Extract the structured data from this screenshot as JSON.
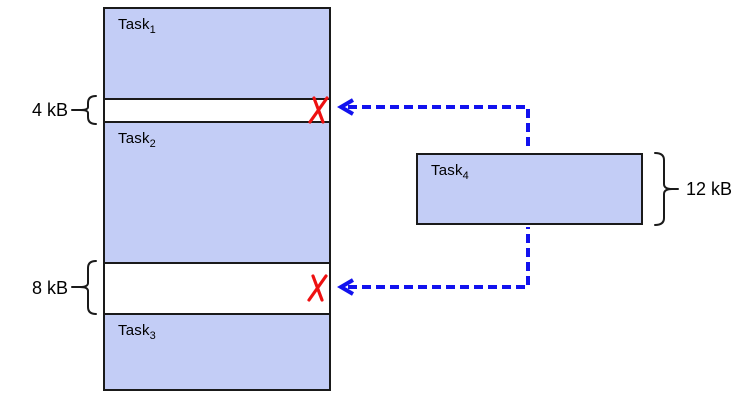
{
  "memory": {
    "tasks": [
      {
        "base": "Task",
        "sub": "1"
      },
      {
        "base": "Task",
        "sub": "2"
      },
      {
        "base": "Task",
        "sub": "3"
      }
    ],
    "gaps": [
      {
        "size": "4 kB"
      },
      {
        "size": "8 kB"
      }
    ]
  },
  "incoming_task": {
    "base": "Task",
    "sub": "4",
    "size": "12 kB"
  },
  "colors": {
    "task_fill": "#c3cdf6",
    "outline": "#1a1a1a",
    "arrow_blue": "#1212ee",
    "reject_red": "#ee1111"
  },
  "icons": {
    "reject_mark": "red-x-cross",
    "arrows": "blue-dashed-left-arrow",
    "braces": "curly-brace-size-indicator"
  }
}
